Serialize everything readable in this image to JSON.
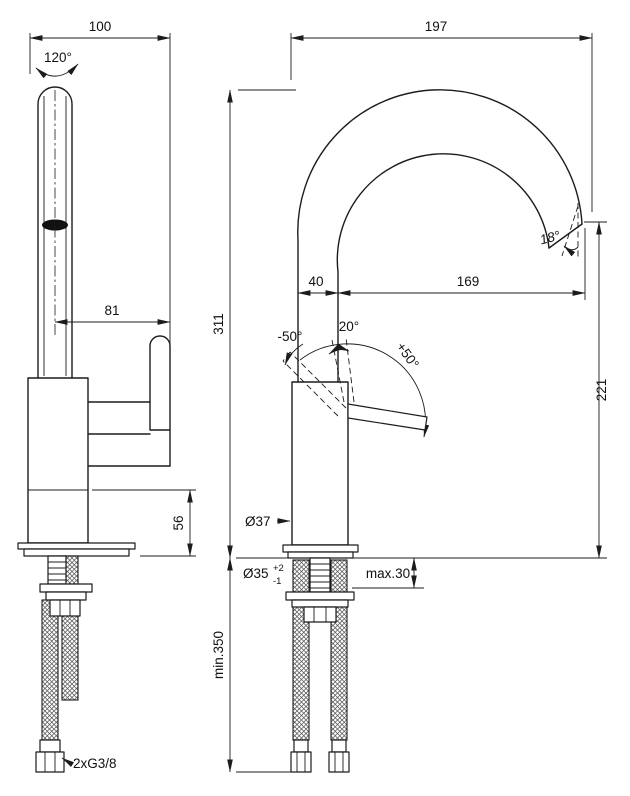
{
  "left_view": {
    "dim_width": "100",
    "swivel_angle": "120°",
    "dim_reach": "81",
    "dim_base_height": "56",
    "connection": "2xG3/8"
  },
  "right_view": {
    "dim_width": "197",
    "tip_angle": "18°",
    "dim_offset": "40",
    "dim_reach": "169",
    "dim_height": "311",
    "angle_minus": "-50°",
    "angle_mid": "20°",
    "angle_plus": "+50°",
    "dim_outlet_height": "221",
    "dim_body_dia": "Ø37",
    "dim_hole_dia": "Ø35",
    "tol_plus": "+2",
    "tol_minus": "-1",
    "deck_max": "max.30",
    "hose_min": "min.350"
  }
}
